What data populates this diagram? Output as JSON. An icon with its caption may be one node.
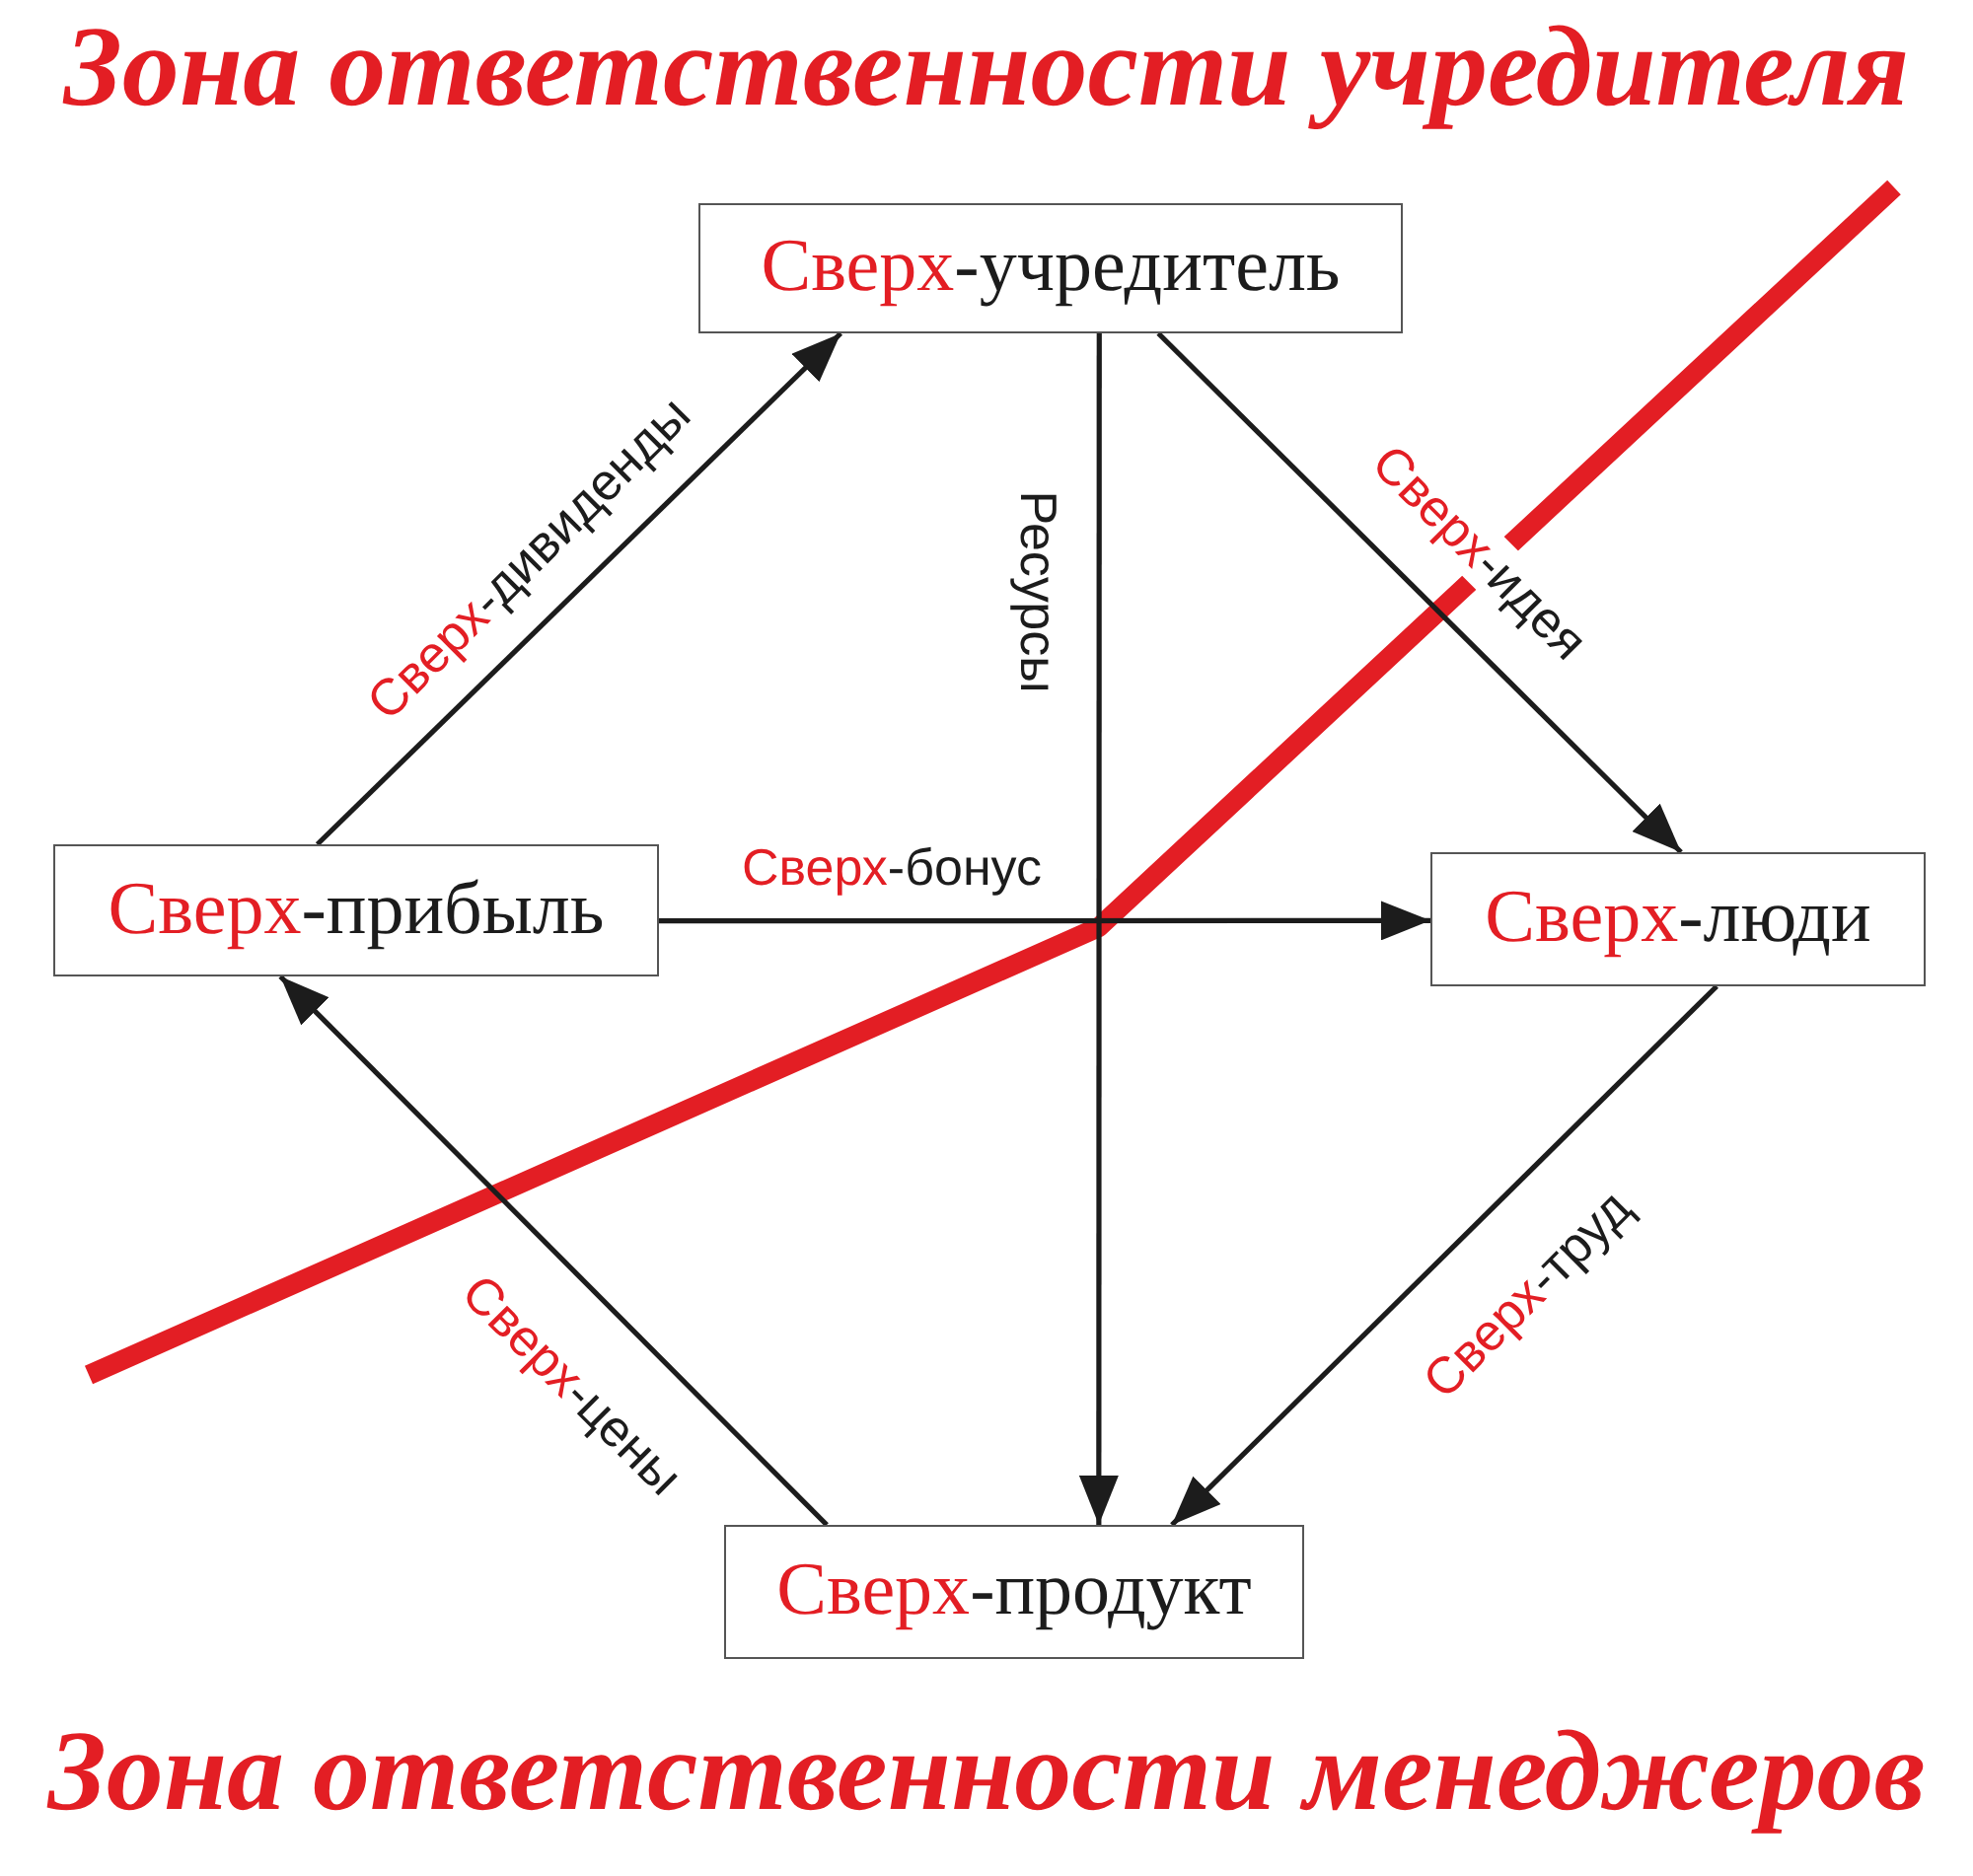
{
  "diagram": {
    "nodes": [
      {
        "text": [
          "Сверх-учредитель"
        ]
      },
      {
        "text": [
          "Сверх-прибыль"
        ]
      },
      {
        "text": [
          "Сверх-люди"
        ]
      },
      {
        "text": [
          "Сверх-продукт"
        ]
      }
    ],
    "edges": [
      {
        "from": 1,
        "to": 0,
        "arrow": "to",
        "label": "Сверх-дивиденды"
      },
      {
        "from": 0,
        "to": 2,
        "arrow": "to",
        "label": "Сверх-идея"
      },
      {
        "from": 0,
        "to": 3,
        "arrow": "to",
        "label": "Ресурсы"
      },
      {
        "from": 1,
        "to": 2,
        "arrow": "to",
        "label": "Сверх-бонус"
      },
      {
        "from": 2,
        "to": 3,
        "arrow": "to",
        "label": "Сверх-труд"
      },
      {
        "from": 3,
        "to": 1,
        "arrow": "to",
        "label": "Сверх-цены"
      }
    ],
    "labels": [
      "Зона ответственности учредителя",
      "Зона ответственности менеджеров"
    ]
  }
}
